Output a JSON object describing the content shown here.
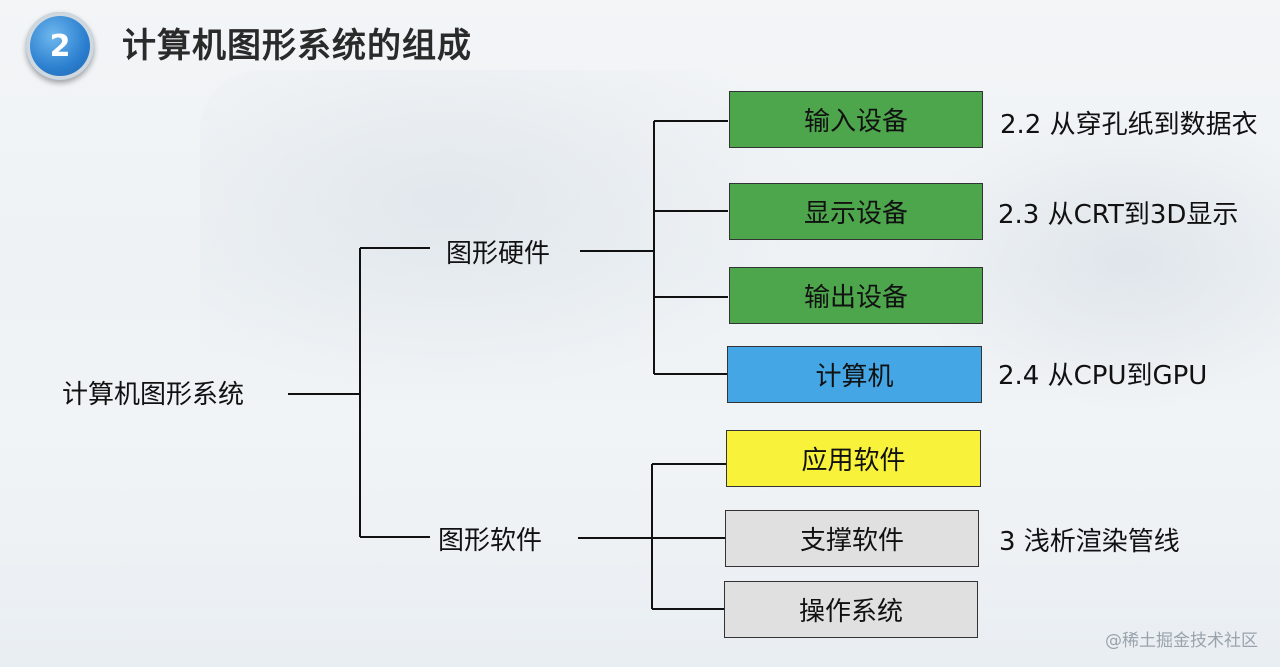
{
  "header": {
    "badge_number": "2",
    "title": "计算机图形系统的组成"
  },
  "tree": {
    "root": "计算机图形系统",
    "hardware": {
      "label": "图形硬件",
      "items": [
        {
          "label": "输入设备",
          "color": "#4da64b",
          "ref": "2.2 从穿孔纸到数据衣"
        },
        {
          "label": "显示设备",
          "color": "#4da64b",
          "ref": "2.3 从CRT到3D显示"
        },
        {
          "label": "输出设备",
          "color": "#4da64b",
          "ref": ""
        },
        {
          "label": "计算机",
          "color": "#44a6e4",
          "ref": "2.4 从CPU到GPU"
        }
      ]
    },
    "software": {
      "label": "图形软件",
      "items": [
        {
          "label": "应用软件",
          "color": "#f8f23a",
          "ref": ""
        },
        {
          "label": "支撑软件",
          "color": "#e0e0e0",
          "ref": "3 浅析渲染管线"
        },
        {
          "label": "操作系统",
          "color": "#e0e0e0",
          "ref": ""
        }
      ]
    }
  },
  "watermark": "@稀土掘金技术社区"
}
